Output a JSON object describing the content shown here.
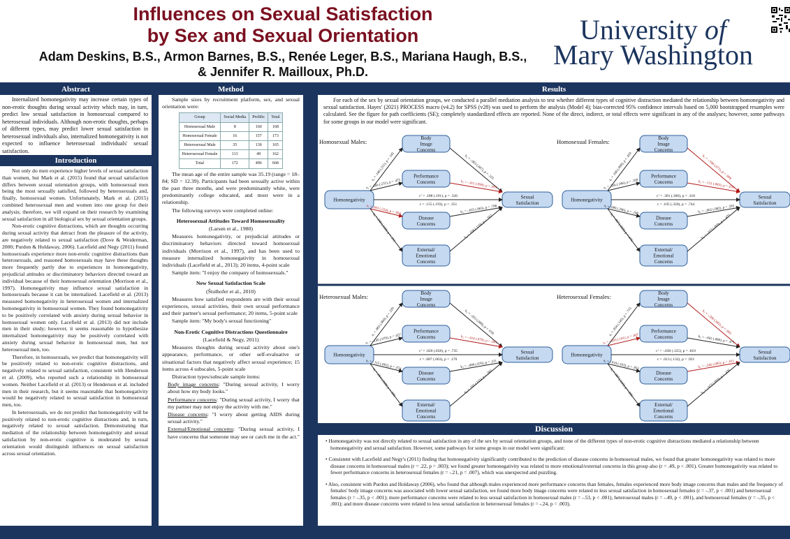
{
  "header": {
    "title_line1": "Influences on Sexual Satisfaction",
    "title_line2": "by Sex and Sexual Orientation",
    "authors_line1": "Adam Deskins, B.S., Armon Barnes, B.S., Renée Leger, B.S., Mariana Haugh, B.S.,",
    "authors_line2": "& Jennifer R. Mailloux, Ph.D.",
    "university_line1": "University",
    "university_of": "of",
    "university_line2": "Mary Washington"
  },
  "abstract": {
    "heading": "Abstract",
    "text": "Internalized homonegativity may increase certain types of non-erotic thoughts during sexual activity which may, in turn, predict low sexual satisfaction in homosexual compared to heterosexual individuals. Although non-erotic thoughts, perhaps of different types, may predict lower sexual satisfaction in heterosexual individuals also, internalized homonegativity is not expected to influence heterosexual individuals' sexual satisfaction."
  },
  "introduction": {
    "heading": "Introduction",
    "paragraphs": [
      "Not only do men experience higher levels of sexual satisfaction than women, but Mark et al. (2015) found that sexual satisfaction differs between sexual orientation groups, with homosexual men being the most sexually satisfied, followed by heterosexuals and, finally, homosexual women. Unfortunately, Mark et al. (2015) combined heterosexual men and women into one group for their analysis; therefore, we will expand on their research by examining sexual satisfaction in all biological sex by sexual orientation groups.",
      "Non-erotic cognitive distractions, which are thoughts occurring during sexual activity that detract from the pleasure of the activity, are negatively related to sexual satisfaction (Dove & Weiderman, 2000; Purdon & Holdaway, 2006). Lacefield and Negy (2011) found homosexuals experience more non-erotic cognitive distractions than heterosexuals, and reasoned homosexuals may have these thoughts more frequently partly due to experiences in homonegativity, prejudicial attitudes or discriminatory behaviors directed toward an individual because of their homosexual orientation (Morrison et al., 1997). Homonegativity may influence sexual satisfaction in homosexuals because it can be internalized. Lacefield et al. (2013) measured homonegativity in heterosexual women and internalized homonegativity in homosexual women. They found homonegativity to be positively correlated with anxiety during sexual behavior in homosexual women only. Lacefield et al. (2013) did not include men in their study; however, it seems reasonable to hypothesize internalized homonegativity may be positively correlated with anxiety during sexual behavior in homosexual men, but not heterosexual men, too.",
      "Therefore, in homosexuals, we predict that homonegativity will be positively related to non-erotic cognitive distractions, and negatively related to sexual satisfaction, consistent with Henderson et al. (2009), who reported such a relationship in homosexual women. Neither Lacefield et al. (2013) or Henderson et al. included men in their research, but it seems reasonable that homonegativity would be negatively related to sexual satisfaction in homosexual men, too.",
      "In heterosexuals, we do not predict that homonegativity will be positively related to non-erotic cognitive distractions and, in turn, negatively related to sexual satisfaction. Demonstrating that mediation of the relationship between homonegativity and sexual satisfaction by non-erotic cognitive is moderated by sexual orientation would distinguish influences on sexual satisfaction across sexual orientation."
    ]
  },
  "method": {
    "heading": "Method",
    "intro": "Sample sizes by recruitment platform, sex, and sexual orientation were:",
    "table_headers": [
      "Group",
      "Social Media",
      "Prolific",
      "Total"
    ],
    "table_rows": [
      [
        "Homosexual Male",
        "8",
        "160",
        "168"
      ],
      [
        "Homosexual Female",
        "16",
        "157",
        "173"
      ],
      [
        "Heterosexual Male",
        "35",
        "130",
        "165"
      ],
      [
        "Heterosexual Female",
        "113",
        "49",
        "162"
      ],
      [
        "Total",
        "172",
        "496",
        "668"
      ]
    ],
    "p_age": "The mean age of the entire sample was 35.19 (range = 18–84; SD = 12.39). Participants had been sexually active within the past three months, and were predominantly white, were predominantly college educated, and most were in a relationship.",
    "p_surveys": "The following surveys were completed online:",
    "s1_title": "Heterosexual Attitudes Toward Homosexuality",
    "s1_cite": "(Larsen et al., 1980)",
    "s1_text": "Measures homonegativity, or prejudicial attitudes or discriminatory behaviors directed toward homosexual individuals (Morrison et al., 1997), and has been used to measure internalized homonegativity in homosexual individuals (Lacefield et al., 2013); 20 items, 4-point scale",
    "s1_sample": "Sample item: \"I enjoy the company of homosexuals.\"",
    "s2_title": "New Sexual Satisfaction Scale",
    "s2_cite": "(Štulhofer et al., 2010)",
    "s2_text": "Measures how satisfied respondents are with their sexual experiences, sexual activities, their own sexual performance and their partner's sexual performance; 20 items, 5-point scale",
    "s2_sample": "Sample item: \"My body's sexual functioning\"",
    "s3_title": "Non-Erotic Cognitive Distractions Questionnaire",
    "s3_cite": "(Lacefield & Negy, 2011)",
    "s3_text": "Measures thoughts during sexual activity about one's appearance, performance, or other self-evaluative or situational factors that negatively affect sexual experience; 15 items across 4 subscales, 5-point scale",
    "s3_types": "Distraction types/subscale sample items:",
    "items": [
      {
        "label": "Body image concerns",
        "text": ": \"During sexual activity, I worry about how my body looks.\""
      },
      {
        "label": "Performance concerns",
        "text": ": \"During sexual activity, I worry that my partner may not enjoy the activity with me.\""
      },
      {
        "label": "Disease concerns",
        "text": ": \"I worry about getting AIDS during sexual activity.\""
      },
      {
        "label": "External/Emotional concerns",
        "text": ": \"During sexual activity, I have concerns that someone may see or catch me in the act.\""
      }
    ]
  },
  "results": {
    "heading": "Results",
    "text": "For each of the sex by sexual orientation groups, we conducted a parallel mediation analysis to test whether different types of cognitive distraction mediated the relationship between homonegativity and sexual satisfaction. Hayes' (2021) PROCESS macro (v4.2) for SPSS (v28) was used to perform the analysis (Model 4); bias-corrected 95% confidence intervals based on 5,000 bootstrapped resamples were calculated. See the figure for path coefficients (SE); completely standardized effects are reported. None of the direct, indirect, or total effects were significant in any of the analyses; however, some pathways for some groups in our model were significant.",
    "nodes": {
      "x": "Homonegativity",
      "y": "Sexual Satisfaction",
      "m1": "Body Image Concerns",
      "m2": "Performance Concerns",
      "m3": "Disease Concerns",
      "m4": "External/ Emotional Concerns"
    },
    "diagrams": [
      {
        "title": "Homosexual Males:",
        "a": [
          "a₁ = .140 (.211), p = .143",
          "a₂ = .166 (.231), p = .475",
          "a₃ = .663 (.224), p = .004",
          "a₄ = .040 (.150), p = .161"
        ],
        "b": [
          "b₁ = -.065 (.067), p = .335",
          "b₂ = -.411 (.099), p < .001",
          "b₃ = -.025 (.065), p = .708",
          "b₄ = .036 (.129), p = .562"
        ],
        "c1": "c’ = .188 (.191), p = .326",
        "c2": "c = .155 (.193), p = .351",
        "red_a": [
          2
        ],
        "red_b": [
          1
        ]
      },
      {
        "title": "Homosexual Females:",
        "a": [
          "a₁ = .100 (.090), p = .410",
          "a₂ = .356 (.346), p = .109",
          "a₃ = .089 (.296), p = .190",
          "a₄ = .457 (.255), p = .076"
        ],
        "b": [
          "b₁ = -.190 (.071), p = .009",
          "b₂ = -.151 (.083), p = .031",
          "b₃ = -.062 (.082), p = .593",
          "b₄ = -.073 (.069), p = .475"
        ],
        "c1": "c’ = .301 (.300), p = .318",
        "c2": "c = .105 (.320), p = .744",
        "red_a": [],
        "red_b": [
          0,
          1
        ]
      },
      {
        "title": "Heterosexual Males:",
        "a": [
          "a₁ = .083 (.060), p = .220",
          "a₂ = -.145 (.070), p = .057",
          "a₃ = -.112 (.062), p = .074",
          "a₄ = .001 (.068), p = .996"
        ],
        "b": [
          "b₁ = -.055 (.080), p = .650",
          "b₂ = -.414 (.070), p < .001",
          "b₃ = -.009 (.076), p = .211",
          "b₄ = .191 (.111), p = .085"
        ],
        "c1": "c’ = .020 (.058), p = .735",
        "c2": "c = .087 (.063), p = .170",
        "red_a": [],
        "red_b": [
          1
        ]
      },
      {
        "title": "Heterosexual Females:",
        "a": [
          "a₁ = .054 (.145), p = .713",
          "a₂ = -.203 (.141), p = .007",
          "a₃ = -.019 (.103), p = .853",
          "a₄ = .007 (.121), p = .956"
        ],
        "b": [
          "b₁ = -.286 (.082), p = .003",
          "b₂ = -.065 (.080), p = .471",
          "b₃ = -.246 (.095), p = .011",
          "b₄ = -.073 (.093), p = .436"
        ],
        "c1": "c’ = -.030 (.125), p = .810",
        "c2": "c = .013 (.132), p = .921",
        "red_a": [
          1
        ],
        "red_b": [
          0,
          2
        ]
      }
    ]
  },
  "discussion": {
    "heading": "Discussion",
    "bullets": [
      "Homonegativity was not directly related to sexual satisfaction in any of the sex by sexual orientation groups, and none of the different types of non-erotic cognitive distractions mediated a relationship between homonegativity and sexual satisfaction. However, some pathways for some groups in our model were significant:",
      "Consistent with Lacefield and Negy's (2011) finding that homonegativity significantly contributed to the prediction of disease concerns in homosexual males, we found that greater homonegativity was related to more disease concerns in homosexual males (r = .22, p = .003); we found greater homonegativity was related to more emotional/external concerns in this group also (r = .49, p < .001). Greater homonegativity was related to fewer performance concerns in heterosexual females (r = -.21, p = .007), which was unexpected and puzzling.",
      "Also, consistent with Purdon and Holdaway (2006), who found that although males experienced more performance concerns than females, females experienced more body image concerns than males and the frequency of females' body image concerns was associated with lower sexual satisfaction, we found more body image concerns were related to less sexual satisfaction in homosexual females (r = -.37, p < .001) and heterosexual females (r = -.35, p < .001); more performance concerns were related to less sexual satisfaction in homosexual males (r = -.53, p < .001), heterosexual males (r = -.49, p < .001), and homosexual females (r = -.35, p < .001); and more disease concerns were related to less sexual satisfaction in heterosexual females (r = -.24, p = .003)."
    ]
  }
}
